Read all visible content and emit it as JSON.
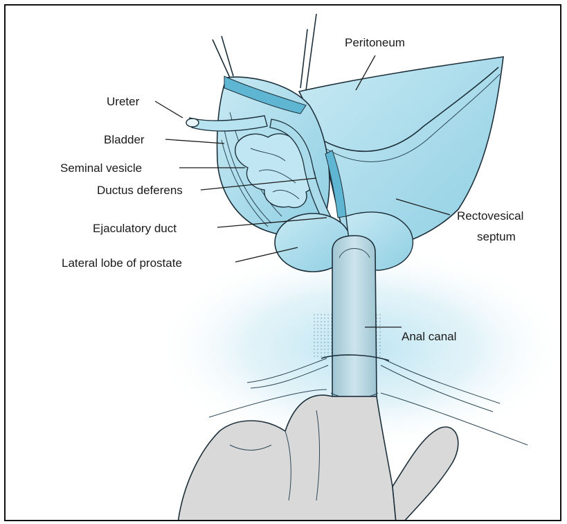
{
  "labels": {
    "peritoneum": "Peritoneum",
    "ureter": "Ureter",
    "bladder": "Bladder",
    "seminal_vesicle": "Seminal vesicle",
    "ductus_deferens": "Ductus deferens",
    "ejaculatory_duct": "Ejaculatory duct",
    "lateral_lobe": "Lateral lobe of prostate",
    "rectovesical_line1": "Rectovesical",
    "rectovesical_line2": "septum",
    "anal_canal": "Anal canal"
  },
  "colors": {
    "organ_blue": "#a9dbea",
    "organ_blue_dark": "#5fb6d2",
    "tissue_wash": "#d6eef6",
    "skin_gray": "#d9d9d9",
    "outline": "#1c2f3a"
  }
}
